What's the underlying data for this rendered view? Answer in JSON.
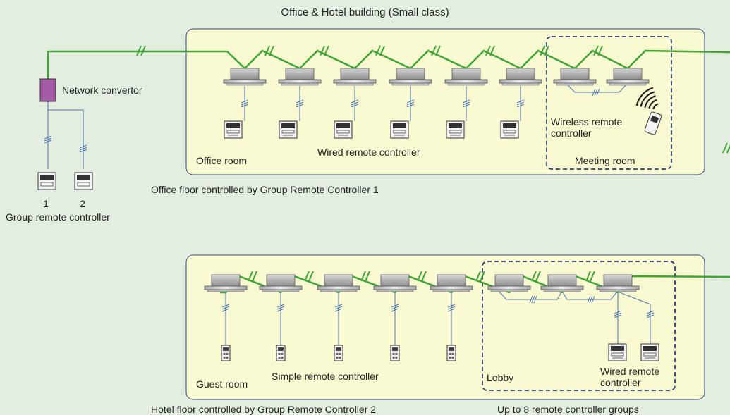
{
  "title": "Office & Hotel building (Small class)",
  "network_convertor": "Network convertor",
  "group_remote": {
    "label": "Group remote controller",
    "numbers": [
      "1",
      "2"
    ]
  },
  "office_floor": {
    "caption": "Office floor controlled by Group Remote Controller 1",
    "room_label": "Office room",
    "controller_label": "Wired remote controller",
    "meeting_room": {
      "label": "Meeting room",
      "wireless_line1": "Wireless remote",
      "wireless_line2": "controller"
    }
  },
  "hotel_floor": {
    "caption": "Hotel floor controlled by Group Remote Controller 2",
    "room_label": "Guest room",
    "controller_label": "Simple remote controller",
    "lobby": {
      "label": "Lobby",
      "wired_line1": "Wired remote",
      "wired_line2": "controller"
    },
    "group_note": "Up to 8 remote controller groups"
  },
  "colors": {
    "background": "#e3eee0",
    "panel": "#fafad2",
    "panel_border": "#2f4a7a",
    "network_line": "#3fa535",
    "control_wire": "#4a74b0",
    "convertor": "#a45aa6",
    "group_dash": "#27407a"
  }
}
